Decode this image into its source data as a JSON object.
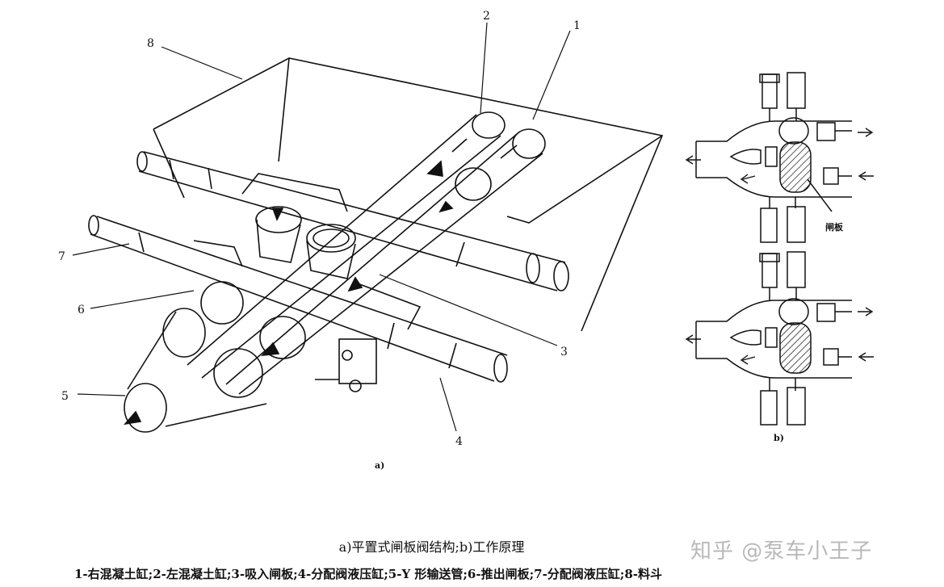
{
  "diagram": {
    "callouts": {
      "n1": "1",
      "n2": "2",
      "n3": "3",
      "n4": "4",
      "n5": "5",
      "n6": "6",
      "n7": "7",
      "n8": "8"
    },
    "subfigure_a": "a)",
    "subfigure_b": "b)",
    "valve_label": "闸板"
  },
  "caption": "a)平置式闸板阀结构;b)工作原理",
  "legend": "1-右混凝土缸;2-左混凝土缸;3-吸入闸板;4-分配阀液压缸;5-Y 形输送管;6-推出闸板;7-分配阀液压缸;8-料斗",
  "watermark": "知乎 @泵车小王子"
}
